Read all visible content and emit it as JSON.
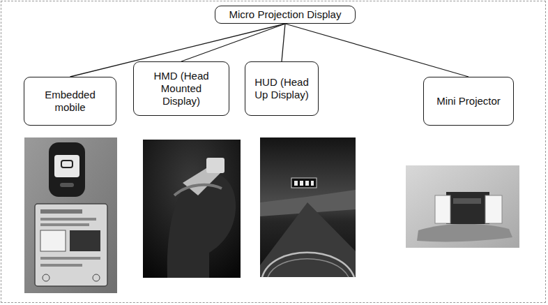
{
  "diagram": {
    "nodes": [
      {
        "text": [
          "Micro Projection Display"
        ]
      },
      {
        "text": [
          "Embedded mobile"
        ]
      },
      {
        "text": [
          "HMD (Head Mounted Display)"
        ]
      },
      {
        "text": [
          "HUD (Head Up Display)"
        ]
      },
      {
        "text": [
          "Mini Projector"
        ]
      }
    ],
    "edges": [
      {
        "from": 0,
        "to": 1,
        "arrow": "none"
      },
      {
        "from": 0,
        "to": 2,
        "arrow": "none"
      },
      {
        "from": 0,
        "to": 3,
        "arrow": "none"
      },
      {
        "from": 0,
        "to": 4,
        "arrow": "none"
      }
    ]
  }
}
